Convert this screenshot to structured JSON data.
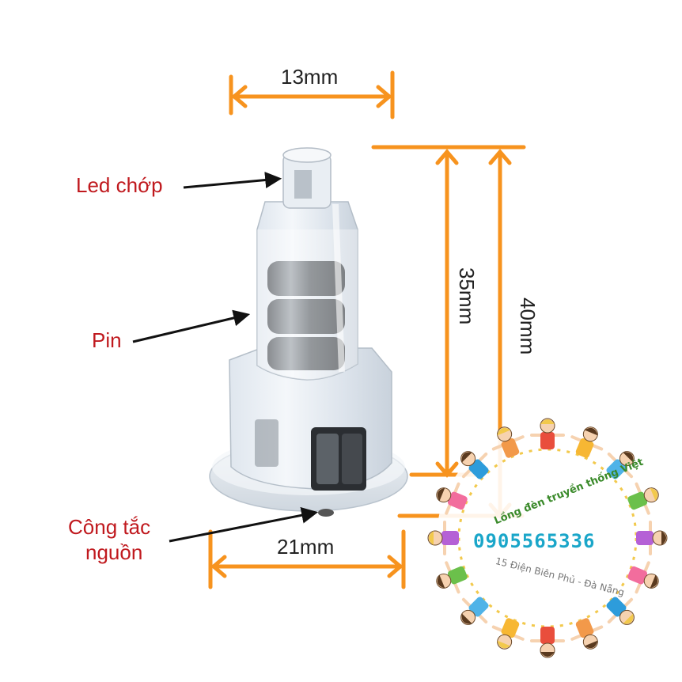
{
  "dimensions": {
    "top_width": "13mm",
    "inner_height": "35mm",
    "total_height": "40mm",
    "base_width": "21mm"
  },
  "parts": {
    "led": "Led chớp",
    "battery": "Pin",
    "switch_line1": "Công tắc",
    "switch_line2": "nguồn"
  },
  "logo": {
    "brand": "Lồng đèn truyền thống Việt",
    "phone": "0905565336",
    "address": "15 Điện Biên Phủ - Đà Nẵng"
  },
  "colors": {
    "dimension_arrow": "#f7931e",
    "part_label": "#c0191e",
    "phone": "#1aa6c9"
  }
}
